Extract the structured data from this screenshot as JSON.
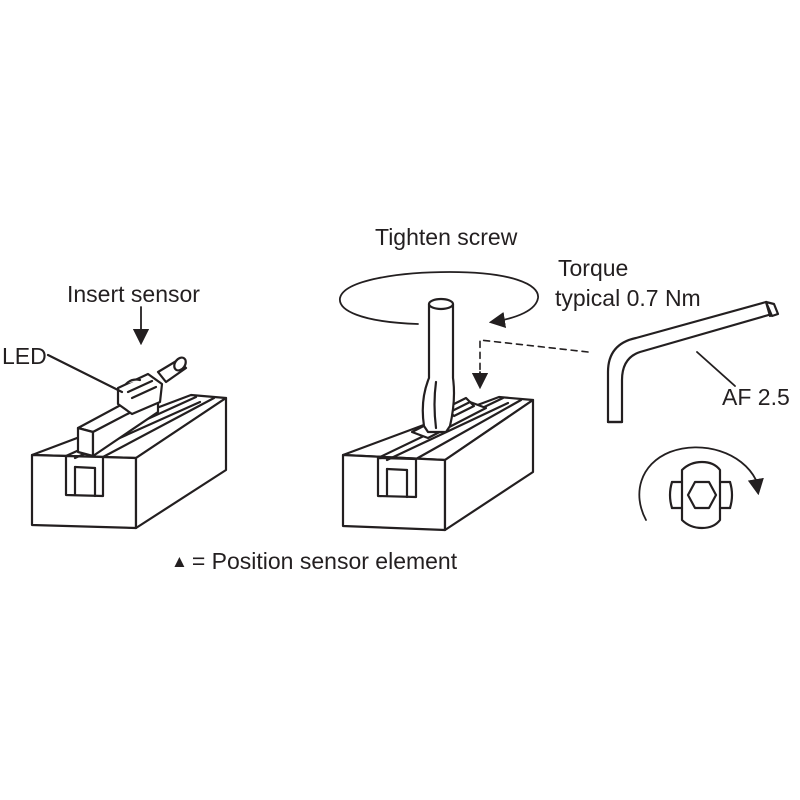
{
  "labels": {
    "insert_sensor": "Insert sensor",
    "led": "LED",
    "tighten_screw": "Tighten screw",
    "torque": "Torque",
    "torque_value": "typical 0.7 Nm",
    "af": "AF 2.5",
    "legend_symbol": "▲",
    "legend_text": "= Position sensor element"
  },
  "colors": {
    "ink": "#231f20",
    "paper": "#ffffff"
  }
}
